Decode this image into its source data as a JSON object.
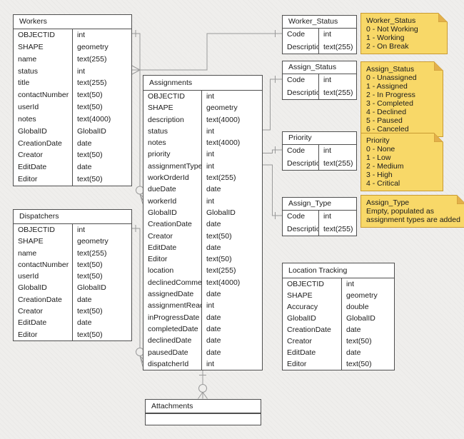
{
  "diagram": {
    "kind": "entity-relationship-diagram",
    "colors": {
      "background": "#efeeec",
      "table_fill": "#ffffff",
      "table_border": "#4f4f4f",
      "text": "#1b1b1b",
      "connector": "#9a9a9a",
      "note_fill": "#f8d868",
      "note_border": "#c89a33",
      "note_fold": "#e3b04b"
    }
  },
  "tables": [
    {
      "id": "workers",
      "title": "Workers",
      "fields": [
        {
          "name": "OBJECTID",
          "type": "int"
        },
        {
          "name": "SHAPE",
          "type": "geometry"
        },
        {
          "name": "name",
          "type": "text(255)"
        },
        {
          "name": "status",
          "type": "int"
        },
        {
          "name": "title",
          "type": "text(255)"
        },
        {
          "name": "contactNumber",
          "type": "text(50)"
        },
        {
          "name": "userId",
          "type": "text(50)"
        },
        {
          "name": "notes",
          "type": "text(4000)"
        },
        {
          "name": "GlobalID",
          "type": "GlobalID"
        },
        {
          "name": "CreationDate",
          "type": "date"
        },
        {
          "name": "Creator",
          "type": "text(50)"
        },
        {
          "name": "EditDate",
          "type": "date"
        },
        {
          "name": "Editor",
          "type": "text(50)"
        }
      ]
    },
    {
      "id": "dispatchers",
      "title": "Dispatchers",
      "fields": [
        {
          "name": "OBJECTID",
          "type": "int"
        },
        {
          "name": "SHAPE",
          "type": "geometry"
        },
        {
          "name": "name",
          "type": "text(255)"
        },
        {
          "name": "contactNumber",
          "type": "text(50)"
        },
        {
          "name": "userId",
          "type": "text(50)"
        },
        {
          "name": "GlobalID",
          "type": "GlobalID"
        },
        {
          "name": "CreationDate",
          "type": "date"
        },
        {
          "name": "Creator",
          "type": "text(50)"
        },
        {
          "name": "EditDate",
          "type": "date"
        },
        {
          "name": "Editor",
          "type": "text(50)"
        }
      ]
    },
    {
      "id": "assignments",
      "title": "Assignments",
      "fields": [
        {
          "name": "OBJECTID",
          "type": "int"
        },
        {
          "name": "SHAPE",
          "type": "geometry"
        },
        {
          "name": "description",
          "type": "text(4000)"
        },
        {
          "name": "status",
          "type": "int"
        },
        {
          "name": "notes",
          "type": "text(4000)"
        },
        {
          "name": "priority",
          "type": "int"
        },
        {
          "name": "assignmentType",
          "type": "int"
        },
        {
          "name": "workOrderId",
          "type": "text(255)"
        },
        {
          "name": "dueDate",
          "type": "date"
        },
        {
          "name": "workerId",
          "type": "int"
        },
        {
          "name": "GlobalID",
          "type": "GlobalID"
        },
        {
          "name": "CreationDate",
          "type": "date"
        },
        {
          "name": "Creator",
          "type": "text(50)"
        },
        {
          "name": "EditDate",
          "type": "date"
        },
        {
          "name": "Editor",
          "type": "text(50)"
        },
        {
          "name": "location",
          "type": "text(255)"
        },
        {
          "name": "declinedComment",
          "type": "text(4000)"
        },
        {
          "name": "assignedDate",
          "type": "date"
        },
        {
          "name": "assignmentRead",
          "type": "int"
        },
        {
          "name": "inProgressDate",
          "type": "date"
        },
        {
          "name": "completedDate",
          "type": "date"
        },
        {
          "name": "declinedDate",
          "type": "date"
        },
        {
          "name": "pausedDate",
          "type": "date"
        },
        {
          "name": "dispatcherId",
          "type": "int"
        }
      ]
    },
    {
      "id": "worker_status",
      "title": "Worker_Status",
      "fields": [
        {
          "name": "Code",
          "type": "int"
        },
        {
          "name": "Description",
          "type": "text(255)"
        }
      ]
    },
    {
      "id": "assign_status",
      "title": "Assign_Status",
      "fields": [
        {
          "name": "Code",
          "type": "int"
        },
        {
          "name": "Description",
          "type": "text(255)"
        }
      ]
    },
    {
      "id": "priority",
      "title": "Priority",
      "fields": [
        {
          "name": "Code",
          "type": "int"
        },
        {
          "name": "Description",
          "type": "text(255)"
        }
      ]
    },
    {
      "id": "assign_type",
      "title": "Assign_Type",
      "fields": [
        {
          "name": "Code",
          "type": "int"
        },
        {
          "name": "Description",
          "type": "text(255)"
        }
      ]
    },
    {
      "id": "location_tracking",
      "title": "Location Tracking",
      "fields": [
        {
          "name": "OBJECTID",
          "type": "int"
        },
        {
          "name": "SHAPE",
          "type": "geometry"
        },
        {
          "name": "Accuracy",
          "type": "double"
        },
        {
          "name": "GlobalID",
          "type": "GlobalID"
        },
        {
          "name": "CreationDate",
          "type": "date"
        },
        {
          "name": "Creator",
          "type": "text(50)"
        },
        {
          "name": "EditDate",
          "type": "date"
        },
        {
          "name": "Editor",
          "type": "text(50)"
        }
      ]
    },
    {
      "id": "attachments",
      "title": "Attachments",
      "fields": []
    }
  ],
  "notes": [
    {
      "id": "worker_status_note",
      "title": "Worker_Status",
      "lines": [
        "Worker_Status",
        "0 - Not Working",
        "1 - Working",
        "2 - On Break"
      ]
    },
    {
      "id": "assign_status_note",
      "title": "Assign_Status",
      "lines": [
        "Assign_Status",
        "0 - Unassigned",
        "1 - Assigned",
        "2 - In Progress",
        "3 - Completed",
        "4 - Declined",
        "5 - Paused",
        "6 - Canceled"
      ]
    },
    {
      "id": "priority_note",
      "title": "Priority",
      "lines": [
        "Priority",
        "0 - None",
        "1 - Low",
        "2 - Medium",
        "3 - High",
        "4 - Critical"
      ]
    },
    {
      "id": "assign_type_note",
      "title": "Assign_Type",
      "lines": [
        "Assign_Type",
        "Empty, populated as",
        "assignment types are added"
      ]
    }
  ]
}
